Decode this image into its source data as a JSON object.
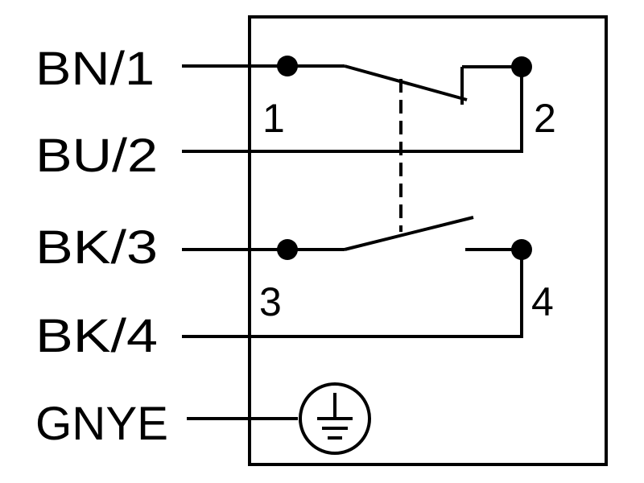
{
  "wires": {
    "bn1": "BN/1",
    "bu2": "BU/2",
    "bk3": "BK/3",
    "bk4": "BK/4",
    "gnye": "GNYE"
  },
  "terminals": {
    "t1": "1",
    "t2": "2",
    "t3": "3",
    "t4": "4"
  },
  "colors": {
    "ink": "#000000",
    "background": "#ffffff"
  }
}
